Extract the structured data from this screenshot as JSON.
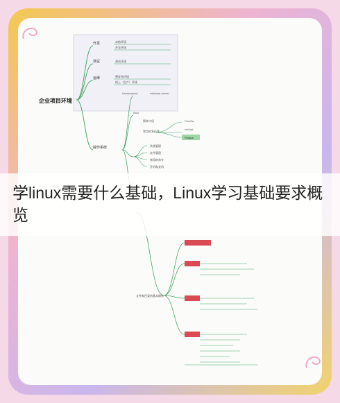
{
  "caption": "学linux需要什么基础，Linux学习基础要求概览",
  "mindmap": {
    "root": "企业项目环境",
    "branches": [
      "开发",
      "测试",
      "运维",
      "操作系统"
    ],
    "dev_items": [
      "本地环境",
      "开发环境"
    ],
    "test_items": [
      "测试环境"
    ],
    "ops_items": [
      "预发布环境",
      "线上（生产）环境"
    ],
    "os_top": [
      "Unix(macos)",
      "windows server"
    ],
    "linux_items": [
      "linux",
      "简单介绍",
      "常用的发行版",
      "CentOs",
      "red hat",
      "Fedora"
    ],
    "manage_items": [
      "系统管理",
      "文件管理",
      "常用的命令",
      "开机和关机"
    ],
    "file_label": "文件和目录的基本操作"
  },
  "colors": {
    "branch_bg": "#e8e6f4",
    "node_green": "#9fd6a5",
    "node_red": "#d94a54",
    "line_green": "#4aa667"
  }
}
